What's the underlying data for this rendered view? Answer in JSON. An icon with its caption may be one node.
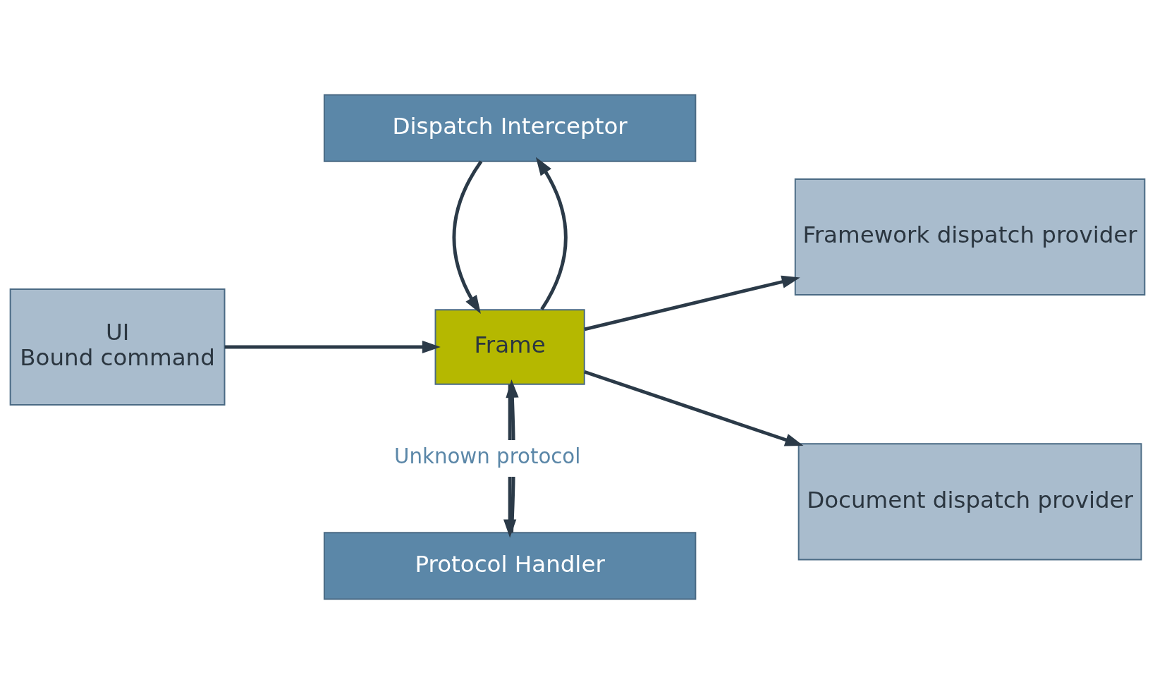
{
  "diagram": {
    "nodes": [
      {
        "text": [
          "Protocol Handler"
        ]
      },
      {
        "text": [
          "UI",
          "Bound command"
        ]
      },
      {
        "text": [
          "Frame"
        ]
      },
      {
        "text": [
          "Framework dispatch provider"
        ]
      },
      {
        "text": [
          "Document dispatch provider"
        ]
      },
      {
        "text": [
          "Dispatch Interceptor"
        ]
      }
    ],
    "edges": [
      {
        "from": 0,
        "to": 2,
        "arrow": "to"
      },
      {
        "from": 2,
        "to": 0,
        "arrow": "to",
        "label": "Unknown protocol"
      },
      {
        "from": 1,
        "to": 2,
        "arrow": "to"
      },
      {
        "from": 2,
        "to": 3,
        "arrow": "to"
      },
      {
        "from": 2,
        "to": 4,
        "arrow": "to"
      },
      {
        "from": 2,
        "to": 5,
        "arrow": "to"
      },
      {
        "from": 5,
        "to": 2,
        "arrow": "to"
      }
    ]
  }
}
